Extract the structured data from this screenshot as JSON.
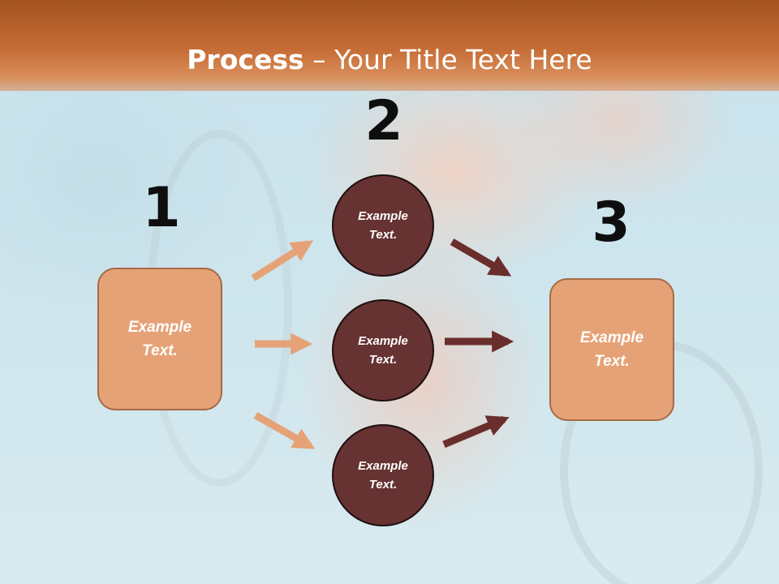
{
  "title": {
    "bold": "Process",
    "separator": " – ",
    "rest": "Your Title Text Here"
  },
  "steps": [
    {
      "number": "1",
      "text": "Example Text."
    },
    {
      "number": "2",
      "items": [
        "Example Text.",
        "Example Text.",
        "Example Text."
      ]
    },
    {
      "number": "3",
      "text": "Example Text."
    }
  ],
  "colors": {
    "title_bar": "#c66d36",
    "box_fill": "#e6a277",
    "circle_fill": "#673232",
    "light_arrow": "#e6a277",
    "dark_arrow": "#6a2e2c"
  }
}
